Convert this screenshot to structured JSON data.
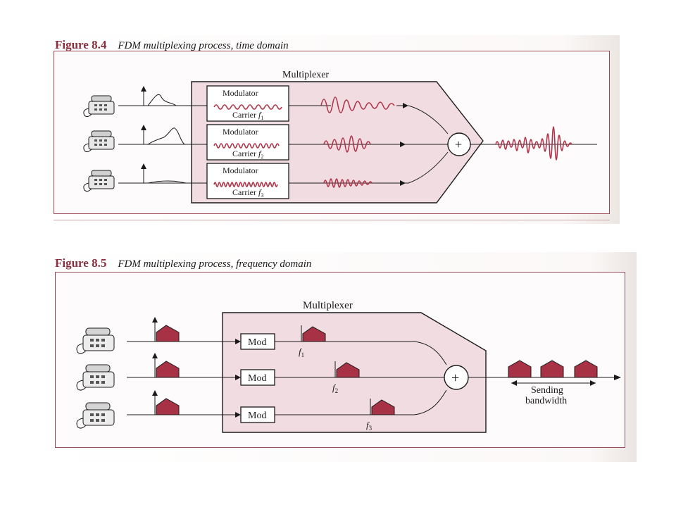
{
  "figure_a": {
    "number": "Figure 8.4",
    "title": "FDM multiplexing process, time domain",
    "block_label": "Multiplexer",
    "modulators": [
      {
        "label": "Modulator",
        "carrier": "Carrier",
        "sub": "1"
      },
      {
        "label": "Modulator",
        "carrier": "Carrier",
        "sub": "2"
      },
      {
        "label": "Modulator",
        "carrier": "Carrier",
        "sub": "3"
      }
    ],
    "sum_symbol": "+",
    "carrier_symbol": "f"
  },
  "figure_b": {
    "number": "Figure 8.5",
    "title": "FDM multiplexing process, frequency domain",
    "block_label": "Multiplexer",
    "mod_labels": [
      "Mod",
      "Mod",
      "Mod"
    ],
    "freq_labels": [
      {
        "symbol": "f",
        "sub": "1"
      },
      {
        "symbol": "f",
        "sub": "2"
      },
      {
        "symbol": "f",
        "sub": "3"
      }
    ],
    "sum_symbol": "+",
    "output_label_line1": "Sending",
    "output_label_line2": "bandwidth"
  },
  "colors": {
    "accent": "#8b2f3f",
    "signal": "#b0344a",
    "spectrum": "#a83245",
    "mux_fill": "#f1dde1"
  },
  "icons": [
    "telephone-icon",
    "spectrum-icon",
    "sum-node-icon"
  ]
}
